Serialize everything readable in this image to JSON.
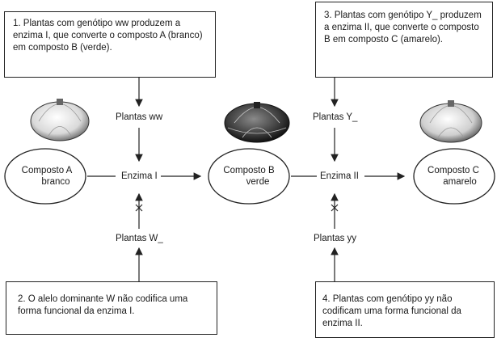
{
  "boxes": {
    "box1": "1. Plantas com genótipo ww produzem a enzima I, que converte o composto A (branco) em composto B (verde).",
    "box2": "2. O alelo dominante W não codifica uma forma funcional da enzima I.",
    "box3": "3. Plantas com genótipo Y_ produzem a enzima II, que converte o composto B em composto C (amarelo).",
    "box4": "4. Plantas com genótipo yy não codificam uma forma funcional da enzima II."
  },
  "compounds": {
    "a": {
      "name": "Composto A",
      "color": "branco"
    },
    "b": {
      "name": "Composto B",
      "color": "verde"
    },
    "c": {
      "name": "Composto C",
      "color": "amarelo"
    }
  },
  "enzymes": {
    "e1": "Enzima I",
    "e2": "Enzima II"
  },
  "genotypes": {
    "ww": "Plantas ww",
    "w_": "Plantas W_",
    "y_": "Plantas Y_",
    "yy": "Plantas yy"
  },
  "icons": [
    "white-squash-icon",
    "green-squash-icon",
    "yellow-squash-icon"
  ]
}
